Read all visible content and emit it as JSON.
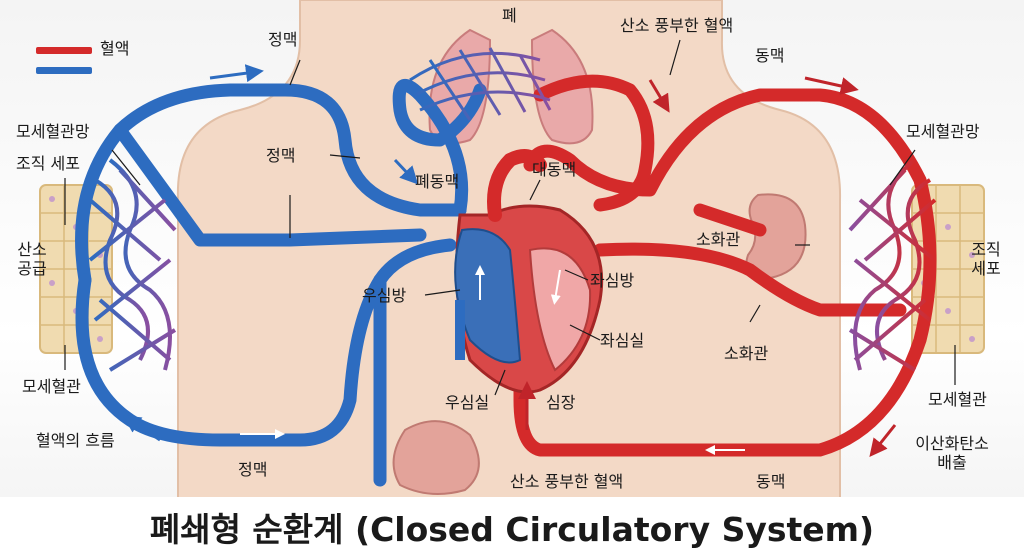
{
  "legend": {
    "red": "혈액",
    "blue": ""
  },
  "colors": {
    "artery": "#d42a2a",
    "vein": "#2d6cc0",
    "capillary_mix": "#8a4fa0",
    "skin": "#f3d9c6",
    "lung": "#e9a9a9",
    "tissue": "#f0dbb0"
  },
  "labels": {
    "lung": "폐",
    "vein_top": "정맥",
    "oxy_blood_top": "산소 풍부한 혈액",
    "artery_top": "동맥",
    "capillary_net_left": "모세혈관망",
    "tissue_cells_left": "조직 세포",
    "vein_mid": "정맥",
    "pulmonary_artery": "폐동맥",
    "aorta": "대동맥",
    "capillary_net_right": "모세혈관망",
    "oxygen_supply": "산소\n공급",
    "digestive_upper": "소화관",
    "tissue_cells_right": "조직\n세포",
    "left_atrium": "좌심방",
    "right_atrium": "우심방",
    "left_ventricle": "좌심실",
    "digestive_lower": "소화관",
    "capillary_left": "모세혈관",
    "capillary_right": "모세혈관",
    "right_ventricle": "우심실",
    "heart": "심장",
    "blood_flow": "혈액의 흐름",
    "co2_release": "이산화탄소\n배출",
    "vein_bottom": "정맥",
    "oxy_blood_bottom": "산소 풍부한 혈액",
    "artery_bottom": "동맥"
  },
  "title": "폐쇄형 순환계 (Closed Circulatory System)"
}
